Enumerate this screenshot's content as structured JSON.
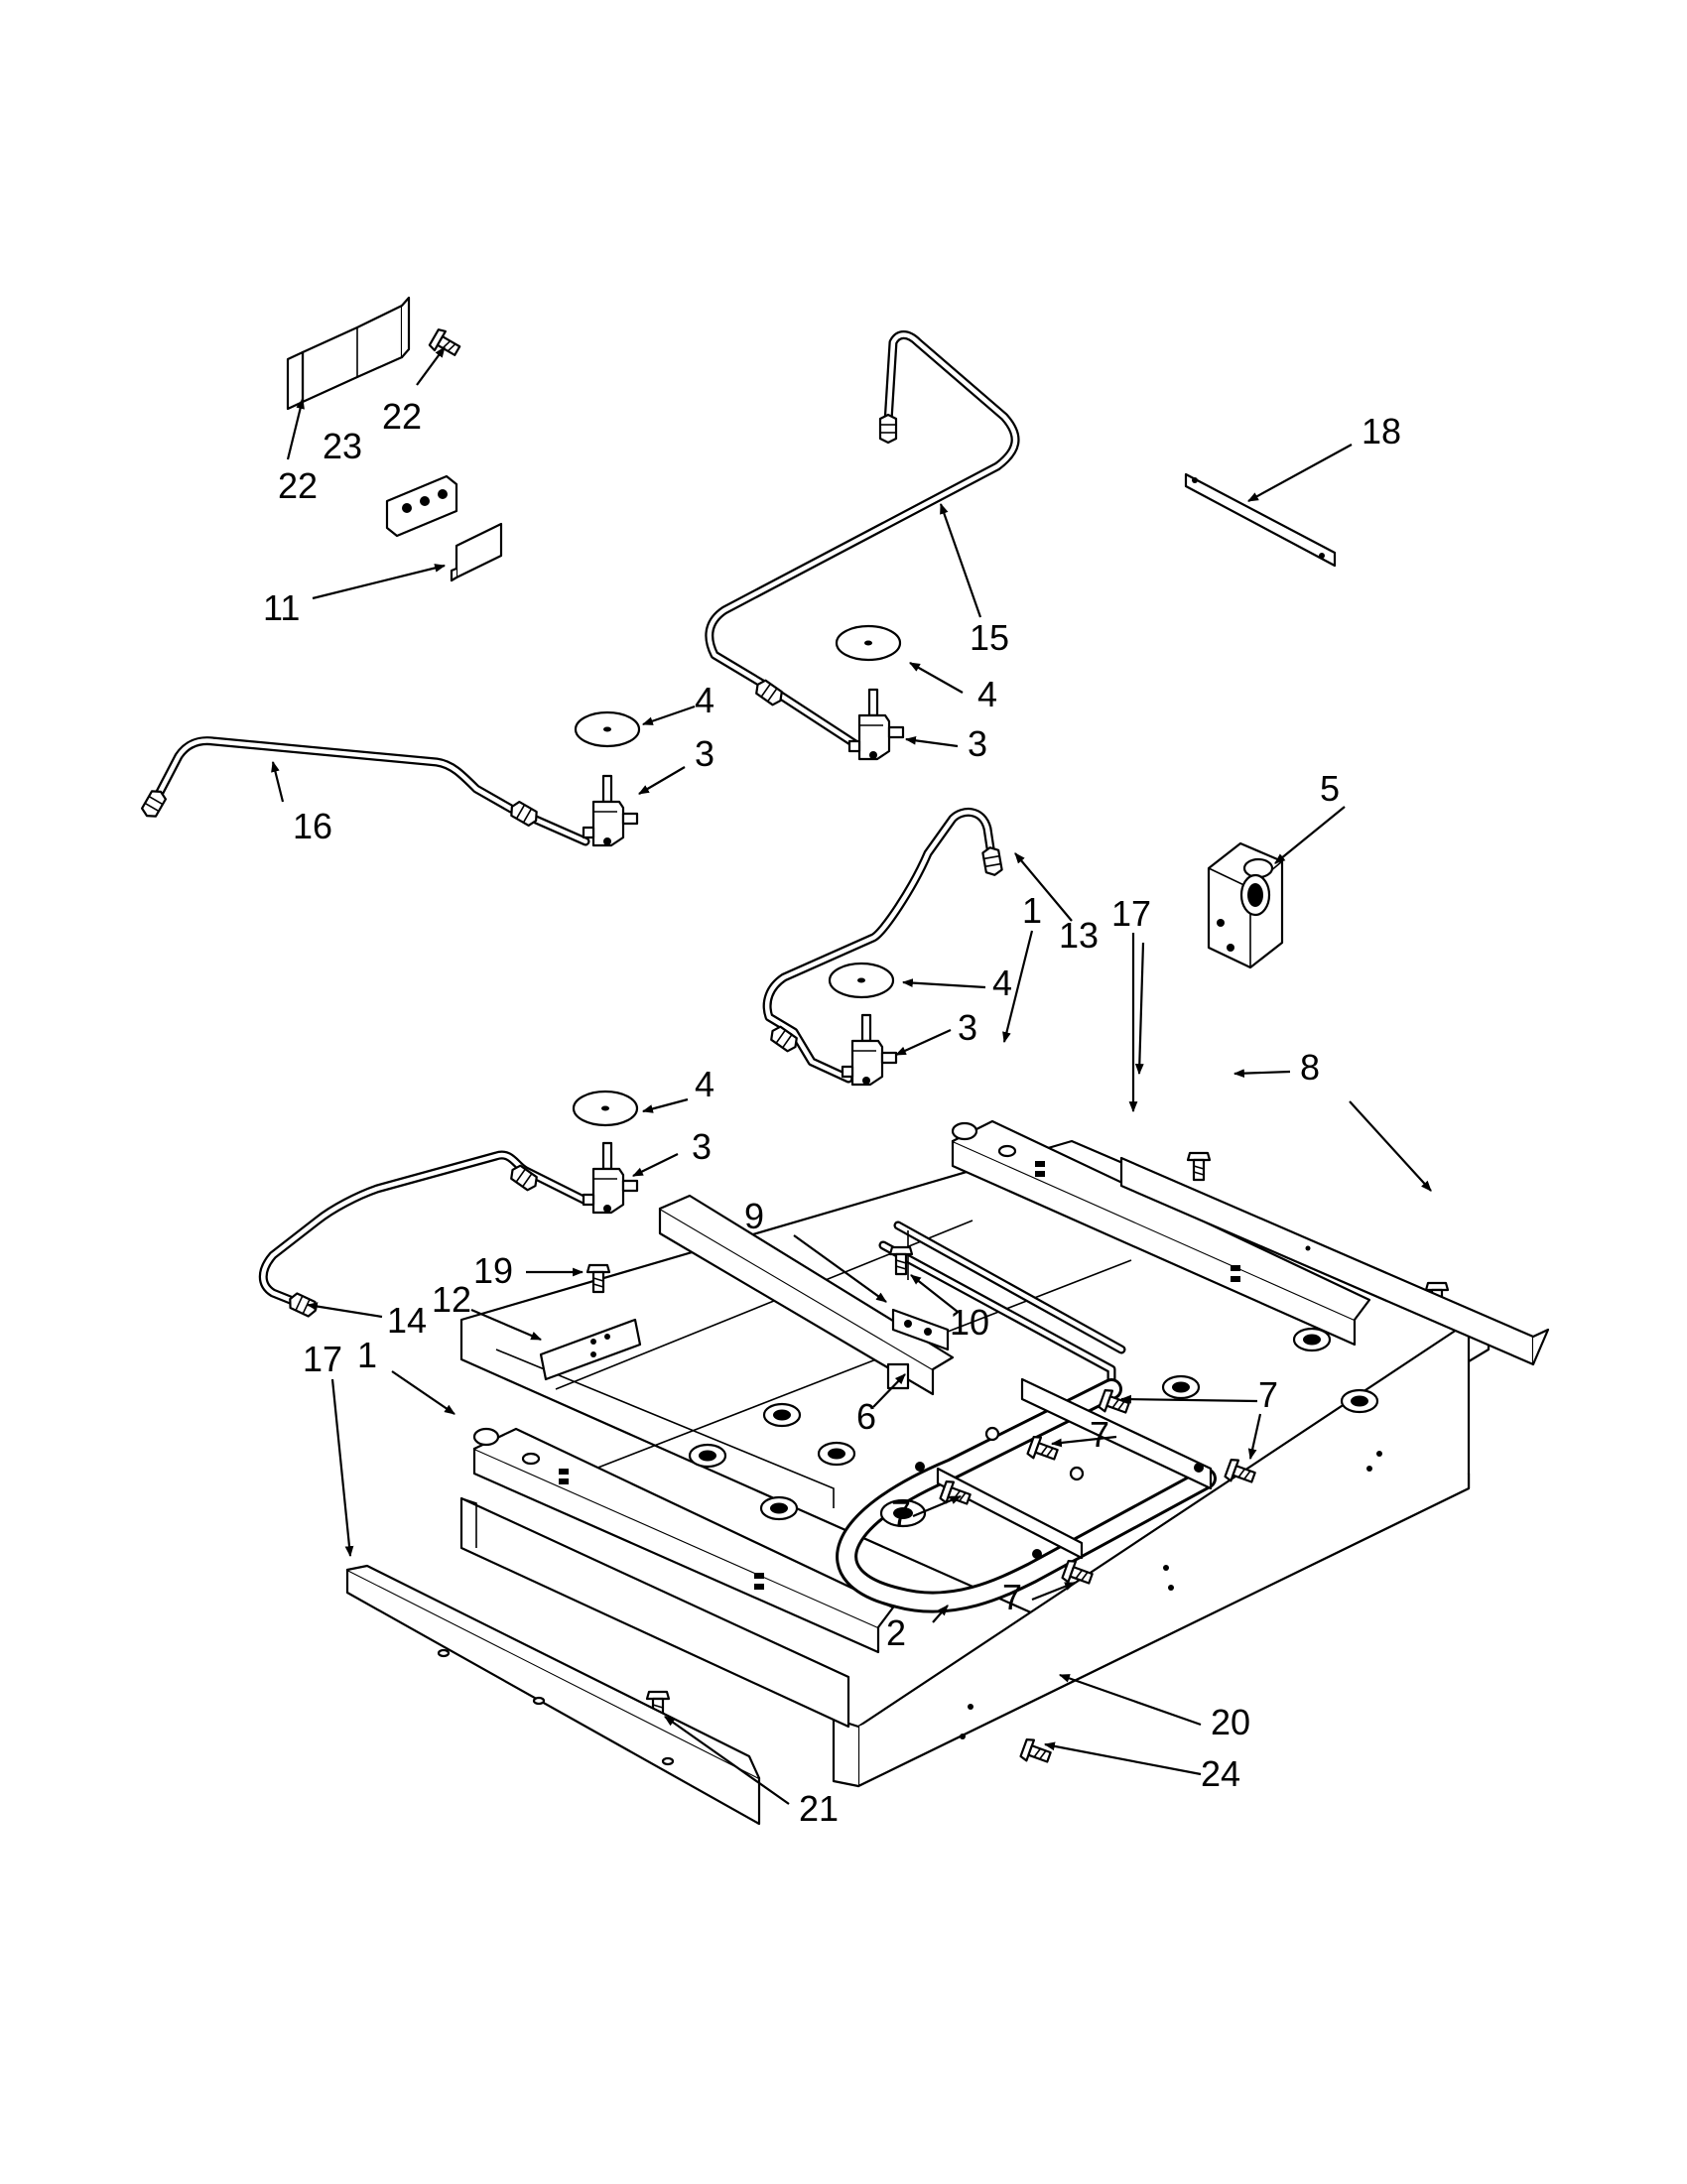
{
  "callouts": [
    {
      "id": "c1a",
      "label": "1"
    },
    {
      "id": "c1b",
      "label": "1"
    },
    {
      "id": "c2",
      "label": "2"
    },
    {
      "id": "c3a",
      "label": "3"
    },
    {
      "id": "c3b",
      "label": "3"
    },
    {
      "id": "c3c",
      "label": "3"
    },
    {
      "id": "c3d",
      "label": "3"
    },
    {
      "id": "c4a",
      "label": "4"
    },
    {
      "id": "c4b",
      "label": "4"
    },
    {
      "id": "c4c",
      "label": "4"
    },
    {
      "id": "c4d",
      "label": "4"
    },
    {
      "id": "c5",
      "label": "5"
    },
    {
      "id": "c6",
      "label": "6"
    },
    {
      "id": "c7a",
      "label": "7"
    },
    {
      "id": "c7b",
      "label": "7"
    },
    {
      "id": "c7c",
      "label": "7"
    },
    {
      "id": "c7d",
      "label": "7"
    },
    {
      "id": "c8",
      "label": "8"
    },
    {
      "id": "c9",
      "label": "9"
    },
    {
      "id": "c10",
      "label": "10"
    },
    {
      "id": "c11",
      "label": "11"
    },
    {
      "id": "c12",
      "label": "12"
    },
    {
      "id": "c13",
      "label": "13"
    },
    {
      "id": "c14",
      "label": "14"
    },
    {
      "id": "c15",
      "label": "15"
    },
    {
      "id": "c16",
      "label": "16"
    },
    {
      "id": "c17a",
      "label": "17"
    },
    {
      "id": "c17b",
      "label": "17"
    },
    {
      "id": "c18",
      "label": "18"
    },
    {
      "id": "c19",
      "label": "19"
    },
    {
      "id": "c20",
      "label": "20"
    },
    {
      "id": "c21",
      "label": "21"
    },
    {
      "id": "c22a",
      "label": "22"
    },
    {
      "id": "c22b",
      "label": "22"
    },
    {
      "id": "c23",
      "label": "23"
    },
    {
      "id": "c24",
      "label": "24"
    }
  ]
}
